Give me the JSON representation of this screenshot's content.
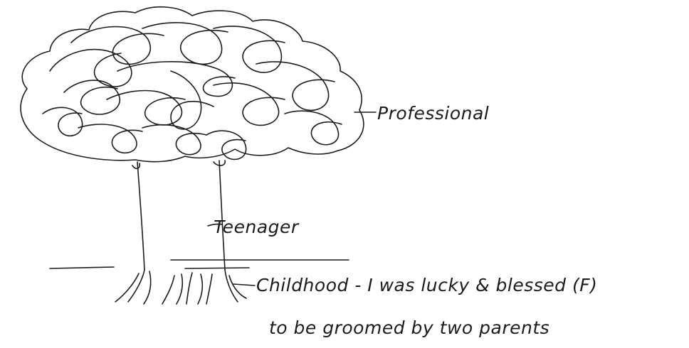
{
  "labels": {
    "professional": "Professional",
    "teenager": "Teenager",
    "childhood_line1": "Childhood - I was lucky & blessed (F)",
    "childhood_line2": "to be groomed by two parents"
  }
}
